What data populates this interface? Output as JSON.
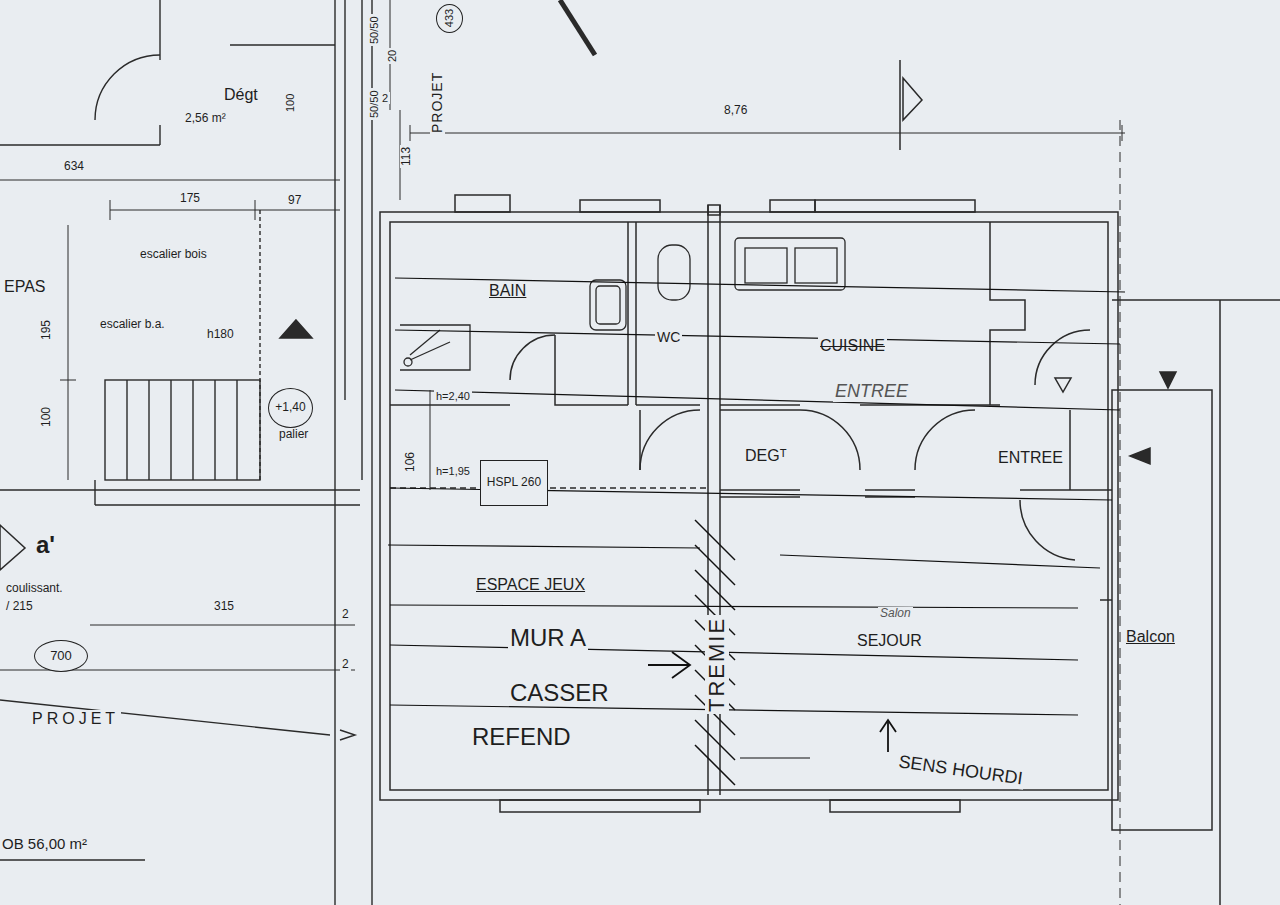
{
  "diagram": {
    "nodes": [
      {
        "text": [
          "433"
        ]
      },
      {
        "text": [
          "HSPL 260"
        ]
      },
      {
        "text": [
          "+1,40"
        ]
      },
      {
        "text": [
          "700"
        ]
      }
    ],
    "labels": [
      "Dégt",
      "2,56 m²",
      "634",
      "175",
      "97",
      "escalier bois",
      "escalier b.a.",
      "h180",
      "195",
      "100",
      "EPAS",
      "palier",
      "coulissant.",
      "/ 215",
      "315",
      "2",
      "2",
      "PROJET",
      "OB 56,00 m²",
      "a'",
      "20",
      "50/50",
      "50/50",
      "2",
      "113",
      "100",
      "PROJET",
      "8,76",
      "BAIN",
      "WC",
      "CUISINE",
      "ENTREE",
      "h=2,40",
      "106",
      "h=1,95",
      "DEGᵀ",
      "ENTREE",
      "ESPACE JEUX",
      "Salon",
      "SEJOUR",
      "Balcon",
      "MUR A",
      "CASSER",
      "REFEND",
      "TREMIE",
      "SENS HOURDI"
    ]
  }
}
